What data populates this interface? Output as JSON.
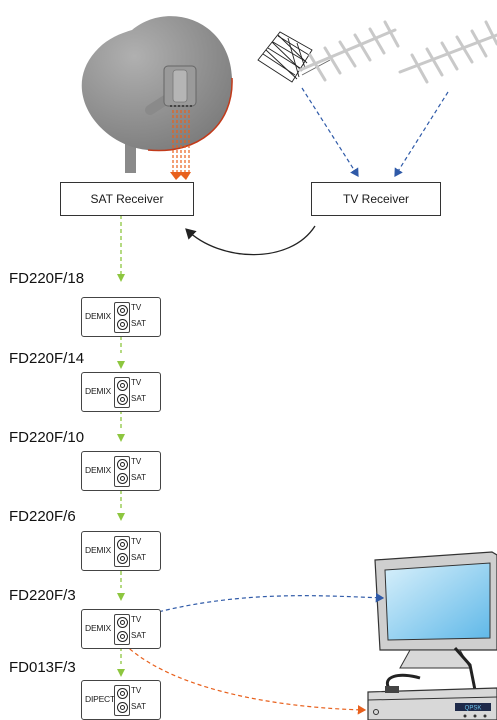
{
  "receivers": {
    "sat": "SAT Receiver",
    "tv": "TV Receiver"
  },
  "chain": [
    {
      "label": "FD220F/18",
      "type": "DEMIX",
      "port_top": "TV",
      "port_bottom": "SAT"
    },
    {
      "label": "FD220F/14",
      "type": "DEMIX",
      "port_top": "TV",
      "port_bottom": "SAT"
    },
    {
      "label": "FD220F/10",
      "type": "DEMIX",
      "port_top": "TV",
      "port_bottom": "SAT"
    },
    {
      "label": "FD220F/6",
      "type": "DEMIX",
      "port_top": "TV",
      "port_bottom": "SAT"
    },
    {
      "label": "FD220F/3",
      "type": "DEMIX",
      "port_top": "TV",
      "port_bottom": "SAT"
    },
    {
      "label": "FD013F/3",
      "type": "DIPECT",
      "port_top": "TV",
      "port_bottom": "SAT"
    }
  ],
  "stb_display": "QPSK",
  "colors": {
    "sat_signal": "#e8601c",
    "tv_signal": "#2f5aa8",
    "chain_signal": "#8dc63f",
    "dish": "#8c8c8c",
    "screen": "#6ec6f0"
  }
}
